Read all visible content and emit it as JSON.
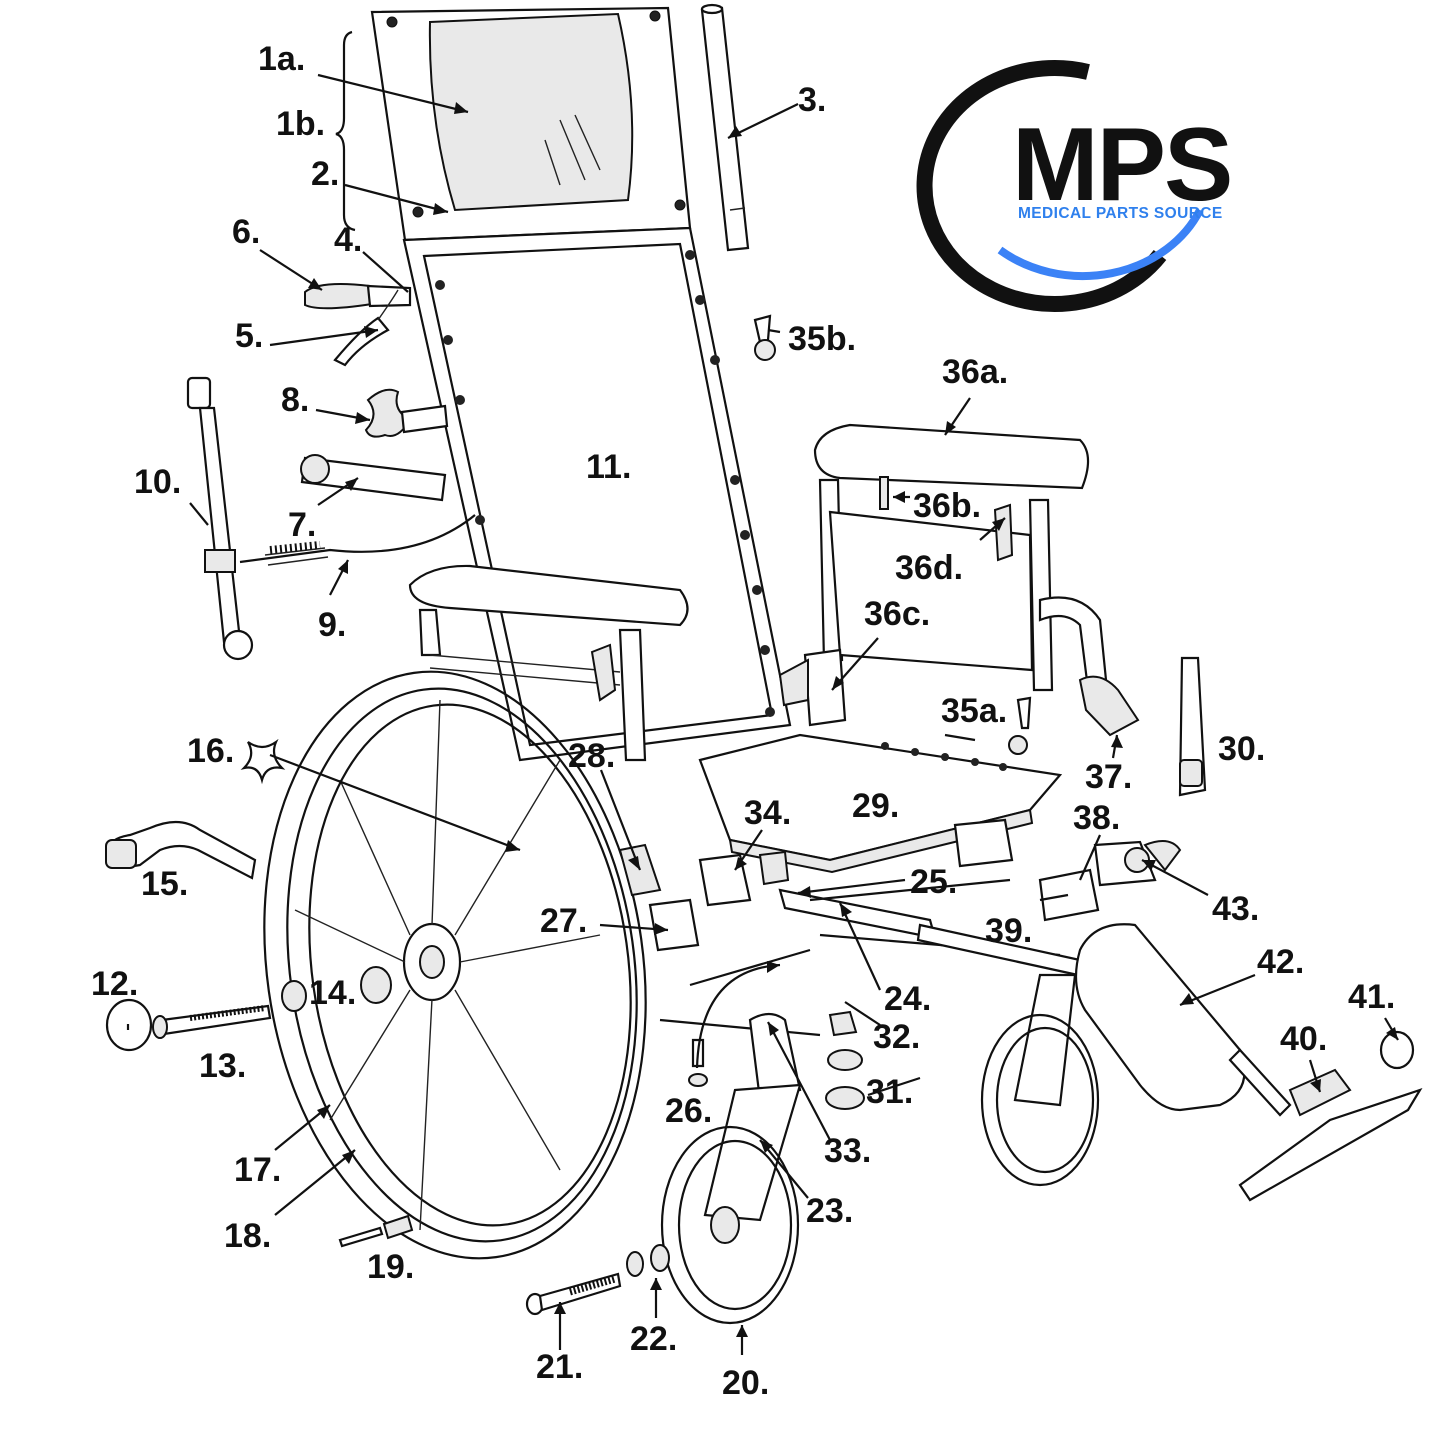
{
  "logo": {
    "text_big": "MPS",
    "text_small": "MEDICAL PARTS SOURCE",
    "colors": {
      "ring_dark": "#111111",
      "ring_blue": "#3b82f6",
      "text_small": "#2f80ed"
    }
  },
  "callouts": [
    {
      "id": "1a",
      "text": "1a."
    },
    {
      "id": "1b",
      "text": "1b."
    },
    {
      "id": "2",
      "text": "2."
    },
    {
      "id": "3",
      "text": "3."
    },
    {
      "id": "4",
      "text": "4."
    },
    {
      "id": "5",
      "text": "5."
    },
    {
      "id": "6",
      "text": "6."
    },
    {
      "id": "7",
      "text": "7."
    },
    {
      "id": "8",
      "text": "8."
    },
    {
      "id": "9",
      "text": "9."
    },
    {
      "id": "10",
      "text": "10."
    },
    {
      "id": "11",
      "text": "11."
    },
    {
      "id": "12",
      "text": "12."
    },
    {
      "id": "13",
      "text": "13."
    },
    {
      "id": "14",
      "text": "14."
    },
    {
      "id": "15",
      "text": "15."
    },
    {
      "id": "16",
      "text": "16."
    },
    {
      "id": "17",
      "text": "17."
    },
    {
      "id": "18",
      "text": "18."
    },
    {
      "id": "19",
      "text": "19."
    },
    {
      "id": "20",
      "text": "20."
    },
    {
      "id": "21",
      "text": "21."
    },
    {
      "id": "22",
      "text": "22."
    },
    {
      "id": "23",
      "text": "23."
    },
    {
      "id": "24",
      "text": "24."
    },
    {
      "id": "25",
      "text": "25."
    },
    {
      "id": "26",
      "text": "26."
    },
    {
      "id": "27",
      "text": "27."
    },
    {
      "id": "28",
      "text": "28."
    },
    {
      "id": "29",
      "text": "29."
    },
    {
      "id": "30",
      "text": "30."
    },
    {
      "id": "31",
      "text": "31."
    },
    {
      "id": "32",
      "text": "32."
    },
    {
      "id": "33",
      "text": "33."
    },
    {
      "id": "34",
      "text": "34."
    },
    {
      "id": "35a",
      "text": "35a."
    },
    {
      "id": "35b",
      "text": "35b."
    },
    {
      "id": "36a",
      "text": "36a."
    },
    {
      "id": "36b",
      "text": "36b."
    },
    {
      "id": "36c",
      "text": "36c."
    },
    {
      "id": "36d",
      "text": "36d."
    },
    {
      "id": "37",
      "text": "37."
    },
    {
      "id": "38",
      "text": "38."
    },
    {
      "id": "39",
      "text": "39."
    },
    {
      "id": "40",
      "text": "40."
    },
    {
      "id": "41",
      "text": "41."
    },
    {
      "id": "42",
      "text": "42."
    },
    {
      "id": "43",
      "text": "43."
    }
  ]
}
